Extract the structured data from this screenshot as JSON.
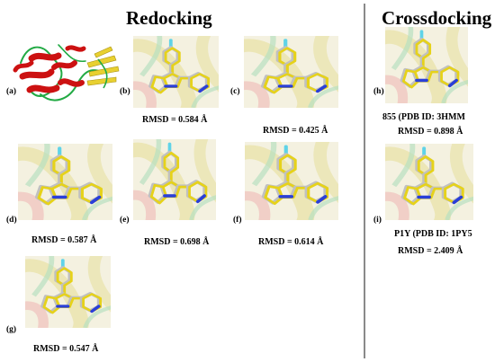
{
  "titles": {
    "redocking": "Redocking",
    "crossdocking": "Crossdocking"
  },
  "panels": [
    {
      "id": "a",
      "label": "(a)",
      "caption": "",
      "kind": "protein"
    },
    {
      "id": "b",
      "label": "(b)",
      "caption": "RMSD = 0.584 Å",
      "kind": "ligand"
    },
    {
      "id": "c",
      "label": "(c)",
      "caption": "RMSD = 0.425 Å",
      "kind": "ligand"
    },
    {
      "id": "d",
      "label": "(d)",
      "caption": "RMSD = 0.587 Å",
      "kind": "ligand"
    },
    {
      "id": "e",
      "label": "(e)",
      "caption": "RMSD = 0.698 Å",
      "kind": "ligand"
    },
    {
      "id": "f",
      "label": "(f)",
      "caption": "RMSD = 0.614 Å",
      "kind": "ligand"
    },
    {
      "id": "g",
      "label": "(g)",
      "caption": "RMSD = 0.547 Å",
      "kind": "ligand"
    },
    {
      "id": "h",
      "label": "(h)",
      "caption": "855 (PDB ID: 3HMM",
      "caption2": "RMSD = 0.898 Å",
      "kind": "ligand-cross-1"
    },
    {
      "id": "i",
      "label": "(i)",
      "caption": "P1Y (PDB ID: 1PY5",
      "caption2": "RMSD = 2.409 Å",
      "kind": "ligand-cross-2"
    }
  ],
  "colors": {
    "helix": "#cc1111",
    "loop": "#22aa44",
    "sheet": "#e8d030",
    "ligand_docked": "#e6d21a",
    "ligand_reference": "#c0c0c0",
    "nitrogen": "#2a3fd8",
    "fluorine": "#5fd3e8",
    "divider": "#8a8a8a"
  }
}
